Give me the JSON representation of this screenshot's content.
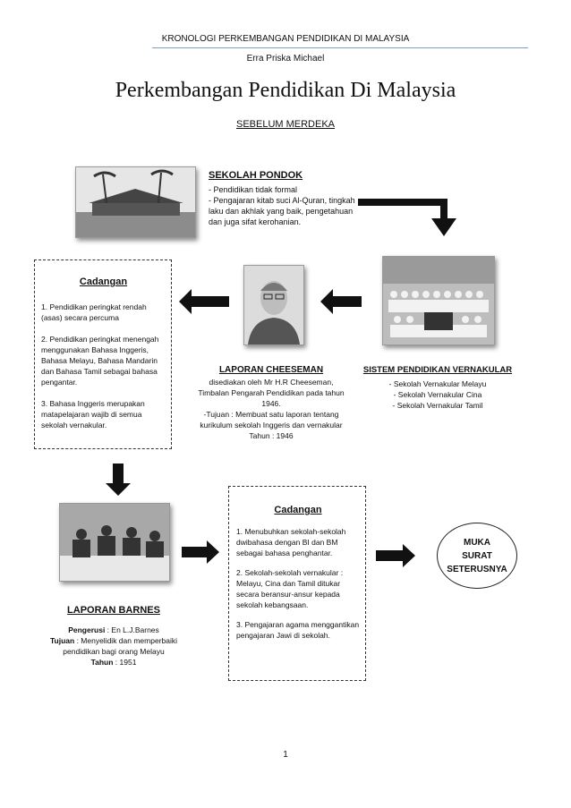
{
  "header": {
    "top_title": "KRONOLOGI PERKEMBANGAN PENDIDIKAN DI MALAYSIA",
    "author": "Erra Priska Michael"
  },
  "main_title": "Perkembangan Pendidikan Di Malaysia",
  "section_title": "SEBELUM MERDEKA",
  "pondok": {
    "heading": "SEKOLAH PONDOK",
    "line1": "- Pendidikan tidak formal",
    "line2": "- Pengajaran kitab suci Al-Quran, tingkah laku dan akhlak yang baik, pengetahuan dan juga sifat kerohanian."
  },
  "vernakular": {
    "heading": "SISTEM PENDIDIKAN VERNAKULAR",
    "items": [
      "- Sekolah Vernakular Melayu",
      "- Sekolah Vernakular Cina",
      "- Sekolah Vernakular Tamil"
    ]
  },
  "cheeseman": {
    "heading": "LAPORAN CHEESEMAN",
    "text": "disediakan oleh Mr H.R Cheeseman, Timbalan Pengarah Pendidikan pada tahun 1946.",
    "tujuan": "-Tujuan : Membuat satu laporan tentang kurikulum sekolah Inggeris dan vernakular",
    "tahun": "Tahun : 1946"
  },
  "cadangan1": {
    "heading": "Cadangan",
    "p1": "1. Pendidikan peringkat rendah (asas) secara percuma",
    "p2": "2. Pendidikan peringkat menengah menggunakan Bahasa Inggeris, Bahasa Melayu, Bahasa Mandarin dan Bahasa Tamil sebagai bahasa pengantar.",
    "p3": "3. Bahasa Inggeris merupakan matapelajaran wajib di semua sekolah vernakular."
  },
  "barnes": {
    "heading": "LAPORAN BARNES",
    "pengerusi_label": "Pengerusi",
    "pengerusi_value": " : En L.J.Barnes",
    "tujuan_label": "Tujuan",
    "tujuan_value": " : Menyelidik dan memperbaiki pendidikan bagi orang Melayu",
    "tahun_label": "Tahun",
    "tahun_value": " : 1951"
  },
  "cadangan2": {
    "heading": "Cadangan",
    "p1": "1. Menubuhkan sekolah-sekolah dwibahasa dengan BI dan BM sebagai bahasa penghantar.",
    "p2": "2. Sekolah-sekolah vernakular : Melayu, Cina dan Tamil ditukar secara beransur-ansur kepada sekolah kebangsaan.",
    "p3": "3. Pengajaran agama menggantikan pengajaran Jawi di sekolah."
  },
  "next_page": {
    "line1": "MUKA",
    "line2": "SURAT",
    "line3": "SETERUSNYA"
  },
  "page_number": "1"
}
